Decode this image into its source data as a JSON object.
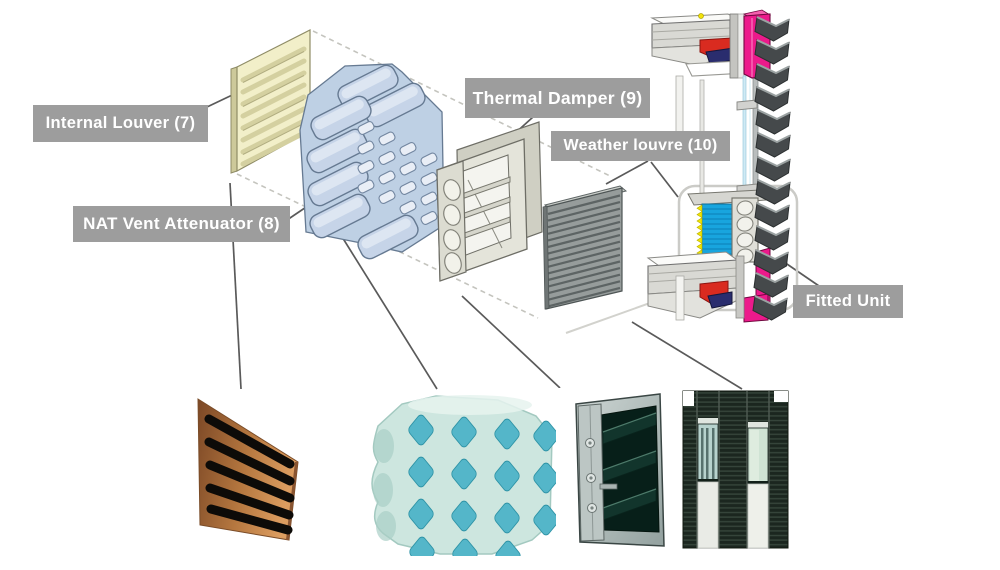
{
  "figure": {
    "labels": {
      "internal_louver": "Internal Louver (7)",
      "nat_vent_attenuator": "NAT Vent Attenuator (8)",
      "thermal_damper": "Thermal Damper (9)",
      "weather_louvre": "Weather louvre (10)",
      "fitted_unit": "Fitted Unit"
    },
    "label_style": {
      "background": "#9d9d9d",
      "text_color": "#ffffff"
    },
    "colors": {
      "internal_louver_panel": "#f2efc9",
      "attenuator_block": "#bed0e4",
      "damper_frame": "#e4e4da",
      "weather_louvre_stack": "#969c9b",
      "cladding_magenta": "#ec1a8b",
      "bracket_red": "#d92b20",
      "bracket_navy": "#2a2d6e",
      "fitted_attenuator_cyan": "#18a5de",
      "louvre_blade_charcoal": "#45494b",
      "photo_grille_copper": "#c07c42",
      "photo_foam_teal": "#54b6c9",
      "photo_damper_steel": "#b6c2c0",
      "photo_facade_green": "#1b261f"
    }
  }
}
